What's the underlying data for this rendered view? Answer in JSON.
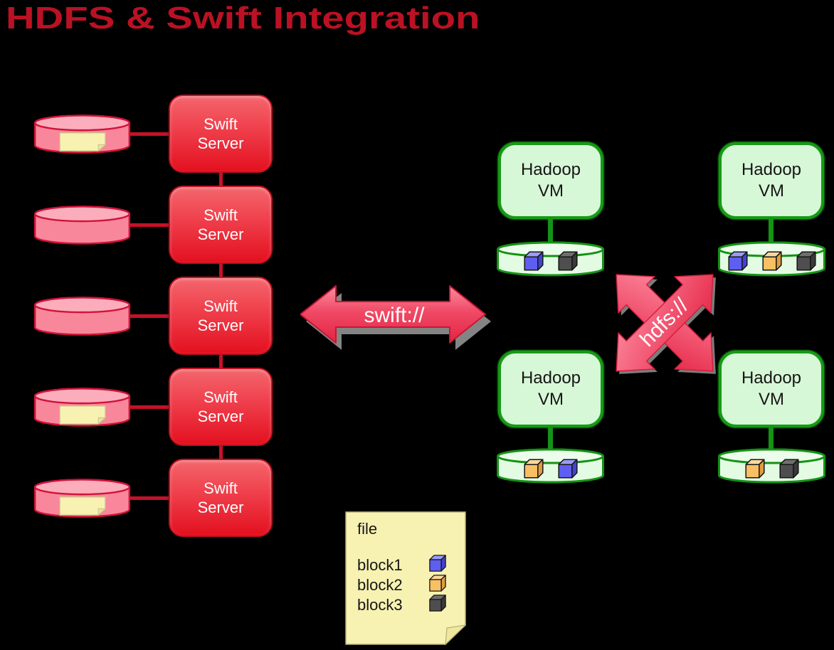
{
  "title": "HDFS & Swift Integration",
  "palette": {
    "background": "#000000",
    "title_red": "#bb1124",
    "connector_red": "#c41228",
    "swift_box_top": "#f4666d",
    "swift_box_bottom": "#e3101f",
    "swift_box_border": "#c30e20",
    "disk_body": "#f9879b",
    "disk_top": "#fbadbc",
    "disk_border": "#d2123a",
    "file_fill": "#f8f2b2",
    "file_border": "#b6ae7c",
    "arrow_fill_light": "#fb8d9f",
    "arrow_fill_dark": "#e22443",
    "arrow_border": "#c81634",
    "arrow_shadow": "#9b9b9b",
    "vm_fill": "#d7f8d7",
    "vm_border": "#169b16",
    "vm_cylinder_fill": "#e3fbe3",
    "green_connector": "#149314",
    "label_white": "#ffffff",
    "label_black": "#161616"
  },
  "swift_cluster": {
    "servers": [
      {
        "label": "Swift Server",
        "disk_has_file": true
      },
      {
        "label": "Swift Server",
        "disk_has_file": false
      },
      {
        "label": "Swift Server",
        "disk_has_file": false
      },
      {
        "label": "Swift Server",
        "disk_has_file": true
      },
      {
        "label": "Swift Server",
        "disk_has_file": true
      }
    ]
  },
  "protocol_arrows": {
    "swift_label": "swift://",
    "hdfs_label": "hdfs://"
  },
  "hadoop_cluster": {
    "nodes": [
      {
        "label": "Hadoop VM",
        "blocks": [
          "blue",
          "gray"
        ]
      },
      {
        "label": "Hadoop VM",
        "blocks": [
          "blue",
          "orange",
          "gray"
        ]
      },
      {
        "label": "Hadoop VM",
        "blocks": [
          "orange",
          "blue"
        ]
      },
      {
        "label": "Hadoop VM",
        "blocks": [
          "orange",
          "gray"
        ]
      }
    ]
  },
  "file_legend": {
    "title": "file",
    "items": [
      {
        "label": "block1",
        "block": "blue"
      },
      {
        "label": "block2",
        "block": "orange"
      },
      {
        "label": "block3",
        "block": "gray"
      }
    ]
  },
  "block_colors": {
    "blue": {
      "top": "#9b9bf7",
      "front": "#5e5ef0",
      "side": "#4343cf"
    },
    "orange": {
      "top": "#fbd79b",
      "front": "#f8bf63",
      "side": "#df9c3f"
    },
    "gray": {
      "top": "#6f6f6f",
      "front": "#4e4e4e",
      "side": "#3a3a3a"
    }
  }
}
